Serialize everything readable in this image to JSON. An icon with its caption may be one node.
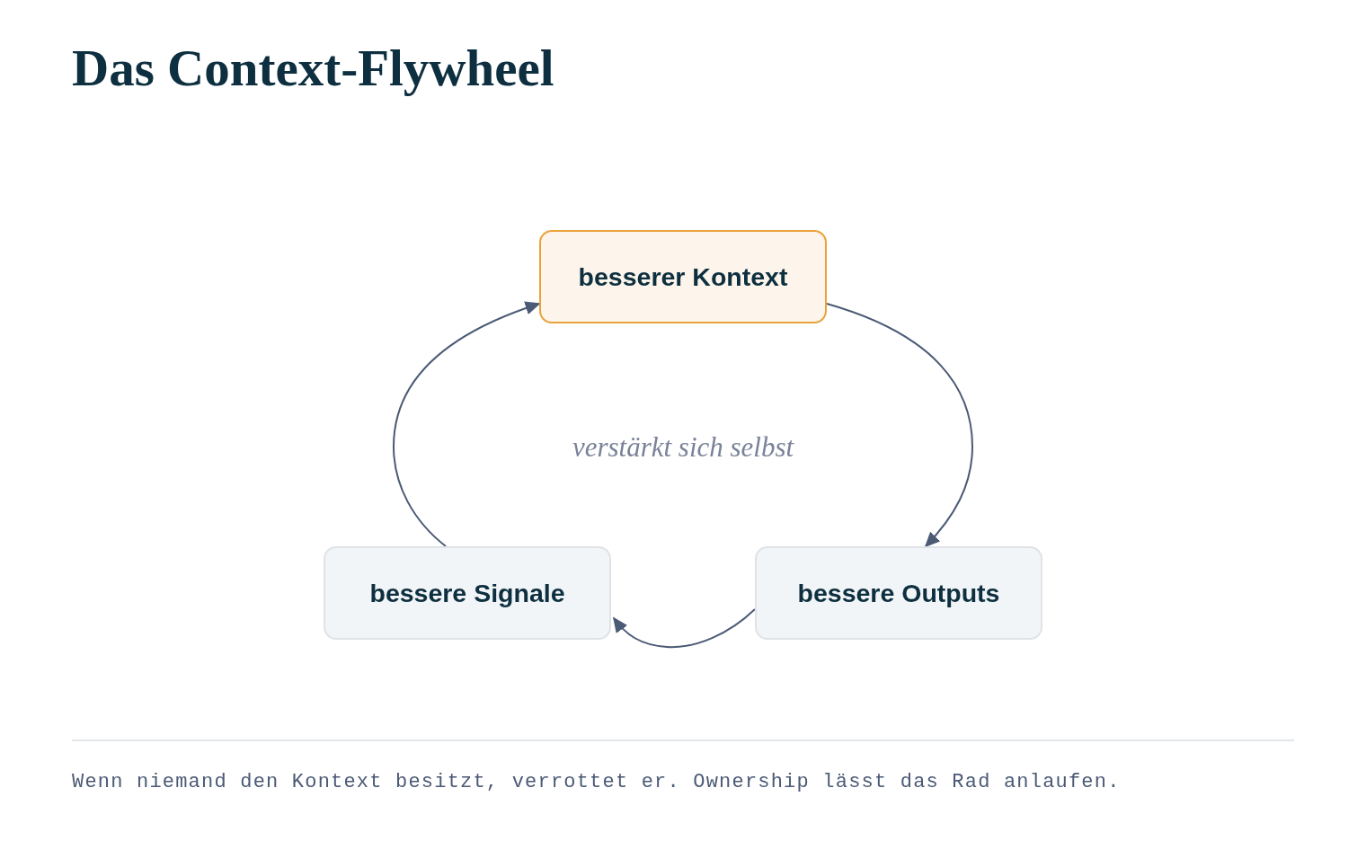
{
  "diagram": {
    "title": "Das Context-Flywheel",
    "caption": "Wenn niemand den Kontext besitzt, verrottet er. Ownership lässt das Rad anlaufen.",
    "nodes": [
      {
        "text": [
          "besserer Kontext"
        ]
      },
      {
        "text": [
          "bessere Signale"
        ]
      },
      {
        "text": [
          "bessere Outputs"
        ]
      }
    ],
    "edges": [
      {
        "from": 0,
        "to": 2,
        "arrow": "to"
      },
      {
        "from": 2,
        "to": 1,
        "arrow": "to"
      },
      {
        "from": 1,
        "to": 0,
        "arrow": "to"
      }
    ],
    "labels": [
      "verstärkt sich selbst"
    ]
  }
}
